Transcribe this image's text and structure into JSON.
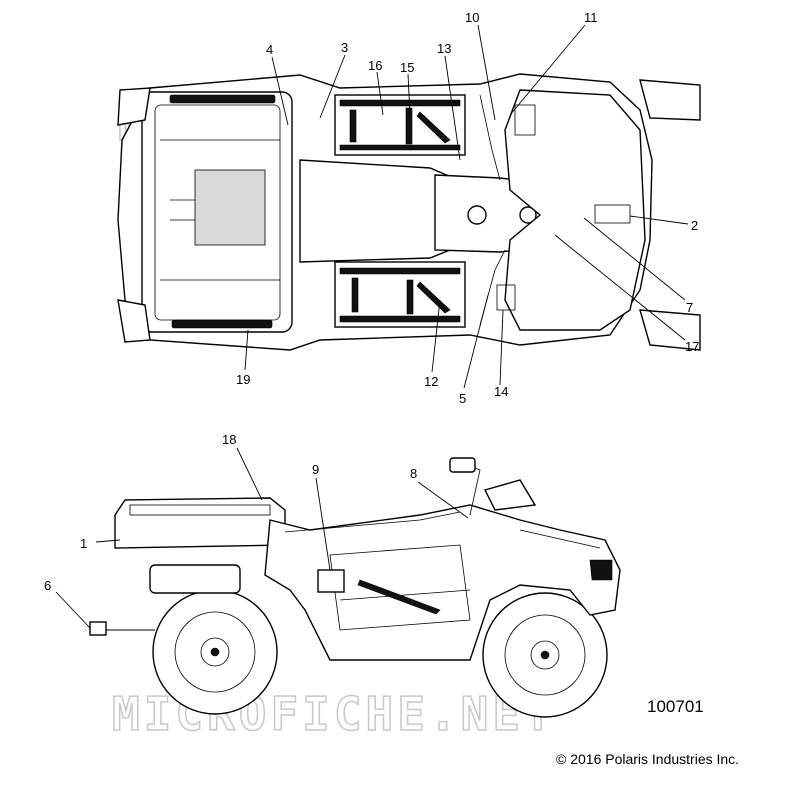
{
  "reference_number": "100701",
  "copyright": "© 2016 Polaris Industries Inc.",
  "watermark": "MICROFICHE.NET",
  "top_view_callouts": [
    "10",
    "11",
    "4",
    "3",
    "13",
    "16",
    "15",
    "2",
    "7",
    "17",
    "19",
    "12",
    "5",
    "14"
  ],
  "side_view_callouts": [
    "18",
    "9",
    "8",
    "1",
    "6"
  ],
  "colors": {
    "line": "#000000",
    "watermark": "#c8c8c8",
    "background": "#ffffff"
  }
}
